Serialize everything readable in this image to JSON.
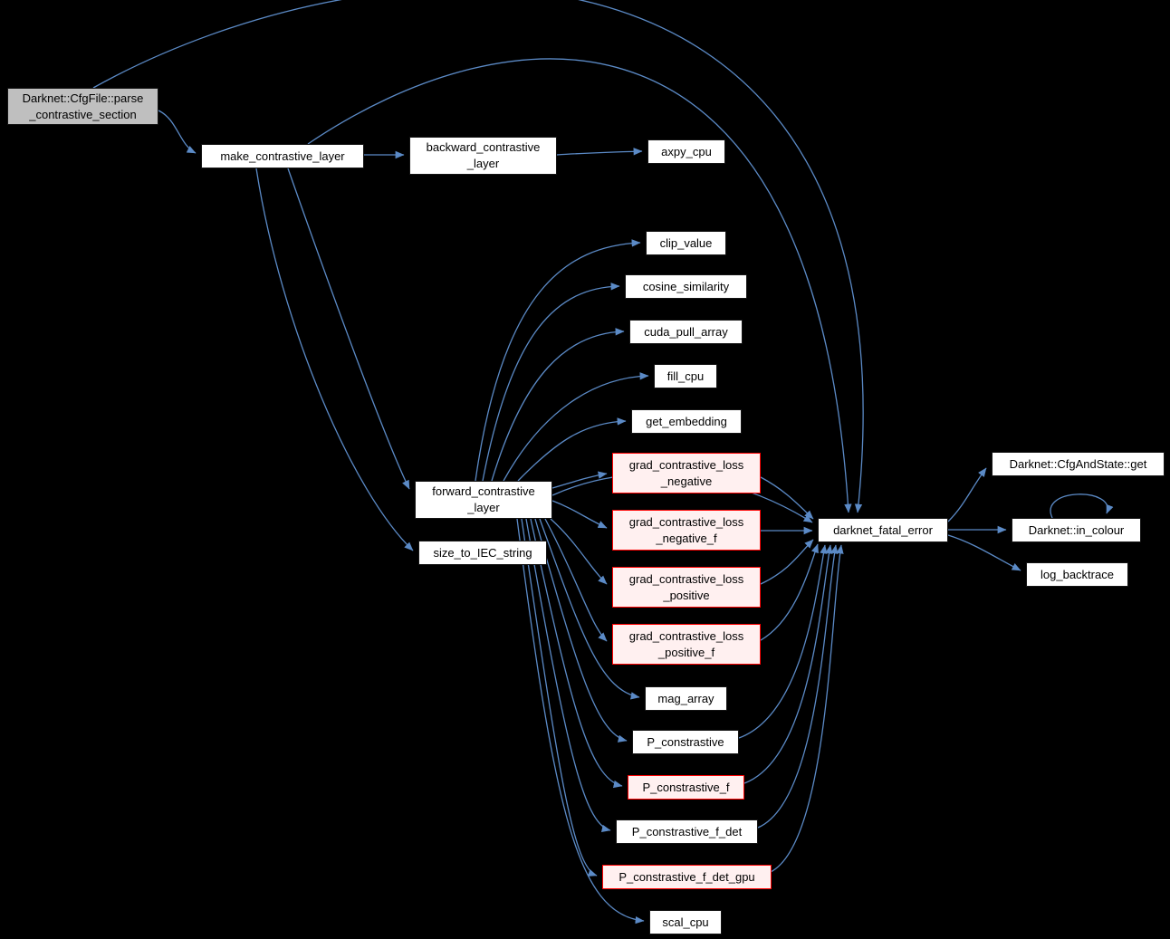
{
  "diagram": {
    "type": "doxygen-call-graph",
    "title": "Call graph for Darknet::CfgFile::parse_contrastive_section"
  },
  "colors": {
    "background": "#000000",
    "edge": "#5b8ac6",
    "node_fill": "#ffffff",
    "node_border": "#141414",
    "selected_node_fill": "#bfbfbf",
    "highlight_border": "#ff0000",
    "highlight_fill": "#fff0f0",
    "text": "#000000"
  },
  "nodes": {
    "parse": {
      "lines": [
        "Darknet::CfgFile::parse",
        "_contrastive_section"
      ],
      "kind": "selected"
    },
    "make": {
      "lines": [
        "make_contrastive_layer"
      ],
      "kind": "normal"
    },
    "backward": {
      "lines": [
        "backward_contrastive",
        "_layer"
      ],
      "kind": "normal"
    },
    "axpy": {
      "lines": [
        "axpy_cpu"
      ],
      "kind": "normal"
    },
    "clip": {
      "lines": [
        "clip_value"
      ],
      "kind": "normal"
    },
    "cosine": {
      "lines": [
        "cosine_similarity"
      ],
      "kind": "normal"
    },
    "cuda_pull": {
      "lines": [
        "cuda_pull_array"
      ],
      "kind": "normal"
    },
    "fill": {
      "lines": [
        "fill_cpu"
      ],
      "kind": "normal"
    },
    "get_embedding": {
      "lines": [
        "get_embedding"
      ],
      "kind": "normal"
    },
    "grad_neg": {
      "lines": [
        "grad_contrastive_loss",
        "_negative"
      ],
      "kind": "red"
    },
    "forward": {
      "lines": [
        "forward_contrastive",
        "_layer"
      ],
      "kind": "normal"
    },
    "grad_neg_f": {
      "lines": [
        "grad_contrastive_loss",
        "_negative_f"
      ],
      "kind": "red"
    },
    "size_iec": {
      "lines": [
        "size_to_IEC_string"
      ],
      "kind": "normal"
    },
    "grad_pos": {
      "lines": [
        "grad_contrastive_loss",
        "_positive"
      ],
      "kind": "red"
    },
    "grad_pos_f": {
      "lines": [
        "grad_contrastive_loss",
        "_positive_f"
      ],
      "kind": "red"
    },
    "mag": {
      "lines": [
        "mag_array"
      ],
      "kind": "normal"
    },
    "p": {
      "lines": [
        "P_constrastive"
      ],
      "kind": "normal"
    },
    "p_f": {
      "lines": [
        "P_constrastive_f"
      ],
      "kind": "red"
    },
    "p_f_det": {
      "lines": [
        "P_constrastive_f_det"
      ],
      "kind": "normal"
    },
    "p_f_det_gpu": {
      "lines": [
        "P_constrastive_f_det_gpu"
      ],
      "kind": "red"
    },
    "scal": {
      "lines": [
        "scal_cpu"
      ],
      "kind": "normal"
    },
    "fatal": {
      "lines": [
        "darknet_fatal_error"
      ],
      "kind": "normal"
    },
    "cfg_get": {
      "lines": [
        "Darknet::CfgAndState::get"
      ],
      "kind": "normal"
    },
    "in_colour": {
      "lines": [
        "Darknet::in_colour"
      ],
      "kind": "normal"
    },
    "log_backtrace": {
      "lines": [
        "log_backtrace"
      ],
      "kind": "normal"
    }
  },
  "edges": [
    {
      "from": "parse",
      "to": "make"
    },
    {
      "from": "parse",
      "to": "fatal"
    },
    {
      "from": "make",
      "to": "backward"
    },
    {
      "from": "make",
      "to": "forward"
    },
    {
      "from": "make",
      "to": "size_iec"
    },
    {
      "from": "make",
      "to": "fatal"
    },
    {
      "from": "backward",
      "to": "axpy"
    },
    {
      "from": "forward",
      "to": "clip"
    },
    {
      "from": "forward",
      "to": "cosine"
    },
    {
      "from": "forward",
      "to": "cuda_pull"
    },
    {
      "from": "forward",
      "to": "fill"
    },
    {
      "from": "forward",
      "to": "get_embedding"
    },
    {
      "from": "forward",
      "to": "grad_neg"
    },
    {
      "from": "forward",
      "to": "grad_neg_f"
    },
    {
      "from": "forward",
      "to": "grad_pos"
    },
    {
      "from": "forward",
      "to": "grad_pos_f"
    },
    {
      "from": "forward",
      "to": "mag"
    },
    {
      "from": "forward",
      "to": "p"
    },
    {
      "from": "forward",
      "to": "p_f"
    },
    {
      "from": "forward",
      "to": "p_f_det"
    },
    {
      "from": "forward",
      "to": "p_f_det_gpu"
    },
    {
      "from": "forward",
      "to": "scal"
    },
    {
      "from": "forward",
      "to": "fatal"
    },
    {
      "from": "grad_neg",
      "to": "fatal"
    },
    {
      "from": "grad_neg_f",
      "to": "fatal"
    },
    {
      "from": "grad_pos",
      "to": "fatal"
    },
    {
      "from": "grad_pos_f",
      "to": "fatal"
    },
    {
      "from": "p",
      "to": "fatal"
    },
    {
      "from": "p_f",
      "to": "fatal"
    },
    {
      "from": "p_f_det",
      "to": "fatal"
    },
    {
      "from": "p_f_det_gpu",
      "to": "fatal"
    },
    {
      "from": "fatal",
      "to": "cfg_get"
    },
    {
      "from": "fatal",
      "to": "in_colour"
    },
    {
      "from": "fatal",
      "to": "log_backtrace"
    },
    {
      "from": "in_colour",
      "to": "in_colour"
    }
  ]
}
